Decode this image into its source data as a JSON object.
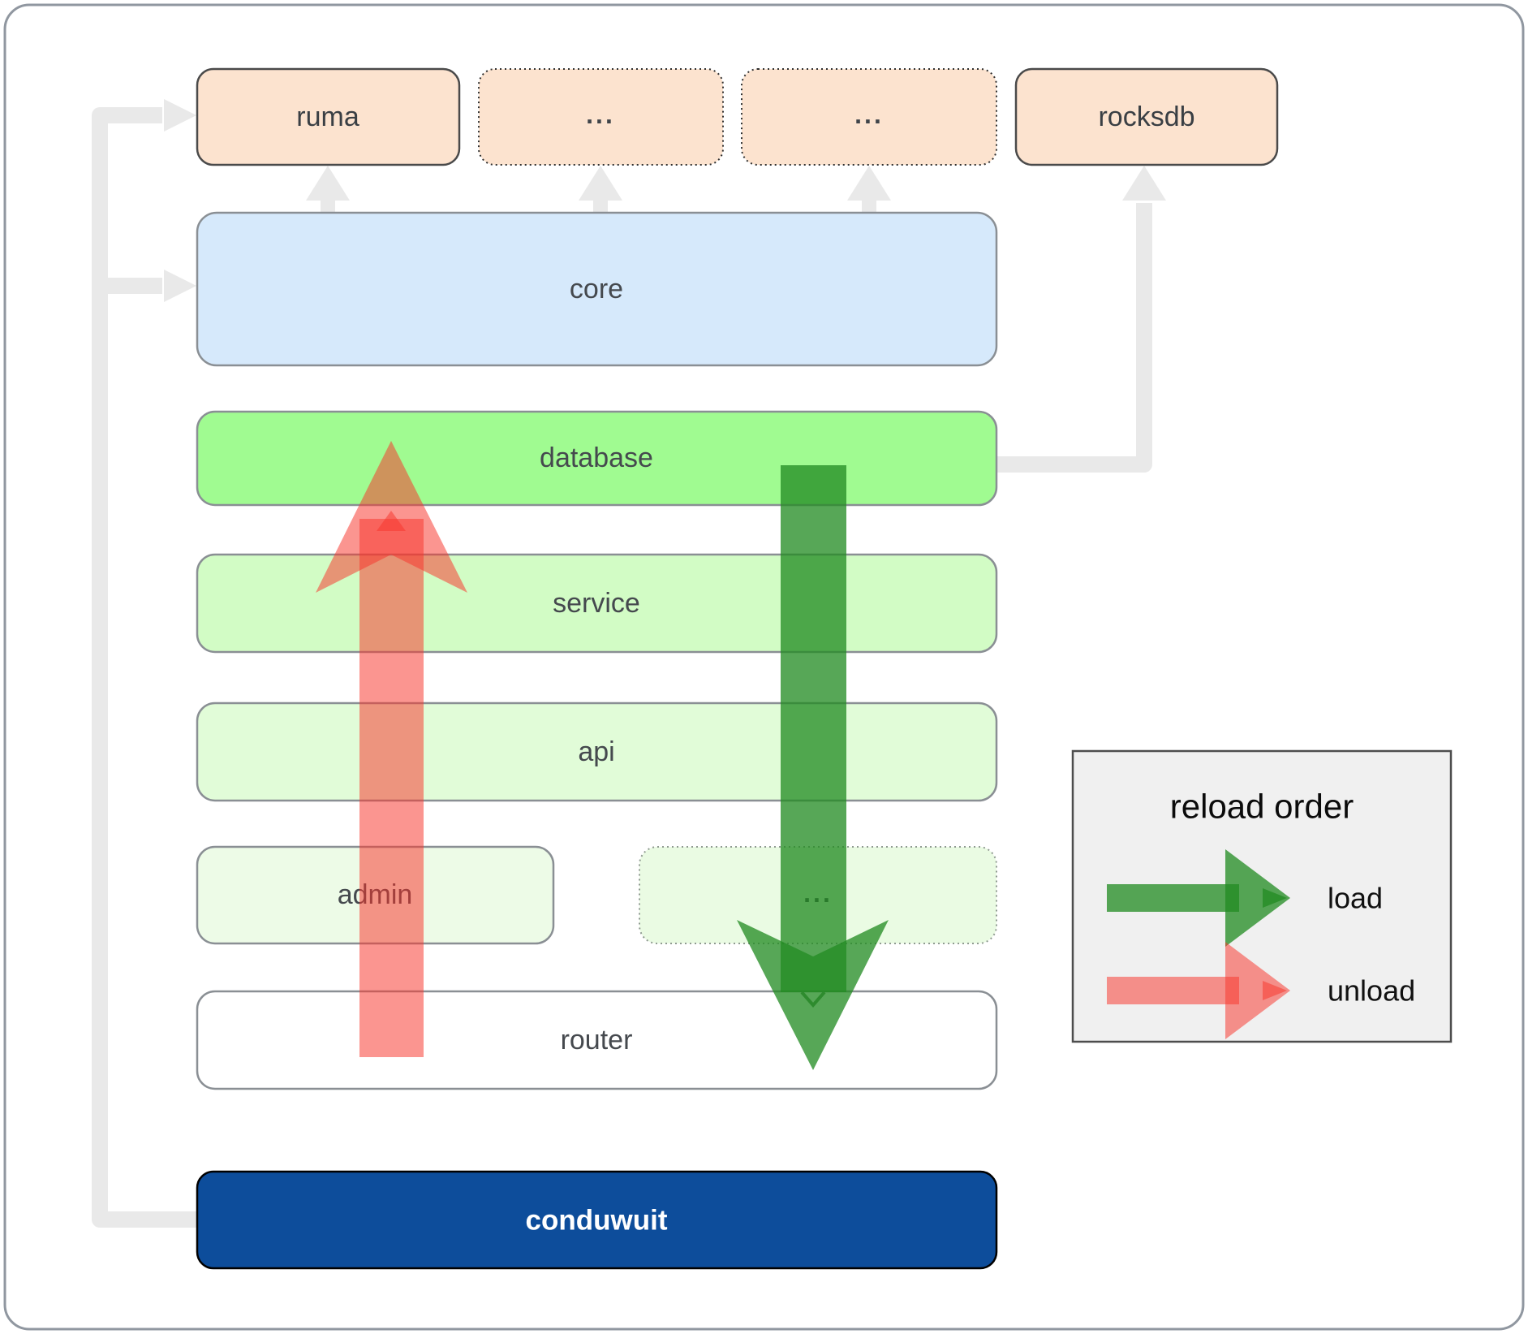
{
  "nodes": {
    "ruma": {
      "label": "ruma"
    },
    "ellipsis_top_1": {
      "label": "..."
    },
    "ellipsis_top_2": {
      "label": "..."
    },
    "rocksdb": {
      "label": "rocksdb"
    },
    "core": {
      "label": "core"
    },
    "database": {
      "label": "database"
    },
    "service": {
      "label": "service"
    },
    "api": {
      "label": "api"
    },
    "admin": {
      "label": "admin"
    },
    "ellipsis_admin": {
      "label": "..."
    },
    "router": {
      "label": "router"
    },
    "conduwuit": {
      "label": "conduwuit"
    }
  },
  "legend": {
    "title": "reload order",
    "load_label": "load",
    "unload_label": "unload"
  },
  "colors": {
    "peach": "#fce3cf",
    "core_blue": "#d6e9fb",
    "database_green": "#a0fb91",
    "service_green": "#d2fcc5",
    "api_green": "#e1fcd8",
    "admin_green": "#edfbe7",
    "ellipsis_green": "#eafbe3",
    "router_white": "#ffffff",
    "conduwuit_blue": "#0d4d9b",
    "gray_line": "#e9e9e9",
    "legend_bg": "#f0f0f0",
    "load_green": "rgba(34,139,34,0.76)",
    "load_chevron": "#2e8b2e",
    "unload_red": "rgba(247,54,45,0.53)"
  }
}
